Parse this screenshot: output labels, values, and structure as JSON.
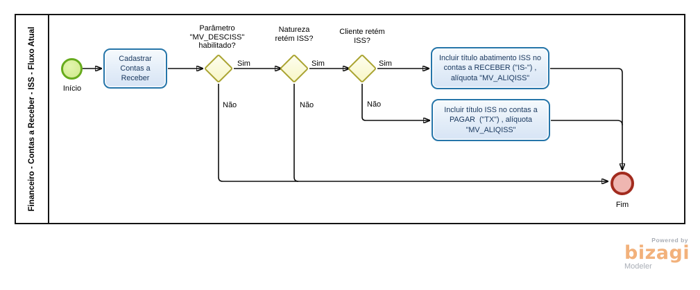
{
  "pool": {
    "title": "Financeiro - Contas a Receber - ISS - Fluxo Atual"
  },
  "nodes": {
    "start": {
      "label": "Início"
    },
    "task_cadastrar": {
      "text": "Cadastrar\nContas a\nReceber"
    },
    "gateway_parametro": {
      "question": "Parâmetro\n\"MV_DESCISS\"\nhabilitado?"
    },
    "gateway_natureza": {
      "question": "Natureza\nretém ISS?"
    },
    "gateway_cliente": {
      "question": "Cliente retém\nISS?"
    },
    "task_receber": {
      "text": "Incluir título abatimento ISS no\ncontas a RECEBER (\"IS-\") ,\nalíquota \"MV_ALIQISS\""
    },
    "task_pagar": {
      "text": "Incluir título ISS no contas a\nPAGAR  (\"TX\") , alíquota\n\"MV_ALIQISS\""
    },
    "end": {
      "label": "Fim"
    }
  },
  "edges": {
    "gw1_yes": "Sim",
    "gw1_no": "Não",
    "gw2_yes": "Sim",
    "gw2_no": "Não",
    "gw3_yes": "Sim",
    "gw3_no": "Não"
  },
  "branding": {
    "powered_by": "Powered by",
    "brand": "bizagi",
    "product": "Modeler"
  },
  "colors": {
    "start_fill": "#cfe98b",
    "start_stroke": "#67ab1d",
    "task_fill": "#dce7f6",
    "task_stroke": "#2575a9",
    "task_text": "#17365d",
    "gateway_fill": "#f8f7c8",
    "gateway_stroke": "#aaa431",
    "end_fill": "#efb6b1",
    "end_stroke": "#a22b1e",
    "connector": "#0d0d0d",
    "brand_orange": "#f2b17b",
    "brand_gray": "#a9aeb6"
  }
}
